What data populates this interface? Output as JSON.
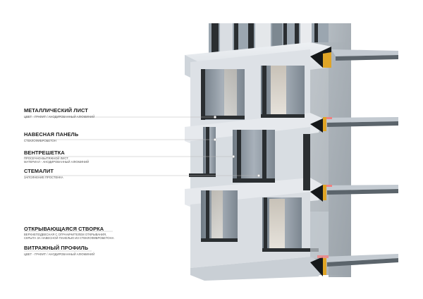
{
  "diagram": {
    "type": "facade-section-axonometric",
    "colors": {
      "background": "#ffffff",
      "panel": "#dfe3e8",
      "panel_shadow": "#b9bfc7",
      "glass": "#8d98a3",
      "frame": "#2a2e31",
      "concrete": "#a9b0b6",
      "insulation": "#e0a526",
      "sealant": "#f08080",
      "leader_line": "#b8b8b8"
    }
  },
  "legend": [
    {
      "title": "МЕТАЛЛИЧЕСКИЙ ЛИСТ",
      "lines": [
        "ЦВЕТ - ГРАФИТ / АНОДИРОВАННЫЙ АЛЮМИНИЙ"
      ]
    },
    {
      "title": "НАВЕСНАЯ ПАНЕЛЬ",
      "lines": [
        "СТЕКЛОФИБРОБЕТОН"
      ]
    },
    {
      "title": "ВЕНТРЕШЕТКА",
      "lines": [
        "ПРОСЕЧНО-ВЫТЯЖНОЙ ЛИСТ",
        "МАТЕРИАЛ - АНОДИРОВАННЫЙ АЛЮМИНИЙ"
      ]
    },
    {
      "title": "СТЕМАЛИТ",
      "lines": [
        "ЗАПОЛНЕНИЕ ПРОСТЕНКА"
      ]
    },
    {
      "title": "ОТКРЫВАЮЩАЯСЯ СТВОРКА",
      "lines": [
        "ВЕРХНЕПОДВЕСНАЯ С ОГРАНИЧИТЕЛЕМ ОТКРЫВАНИЯ,",
        "СКРЫТА ЗА НАВЕСНОЙ ПАНЕЛЬЮ ИЗ СТЕКЛОФИБРОБЕТОНА"
      ]
    },
    {
      "title": "ВИТРАЖНЫЙ ПРОФИЛЬ",
      "lines": [
        "ЦВЕТ - ГРАФИТ / АНОДИРОВАННЫЙ АЛЮМИНИЙ"
      ]
    }
  ]
}
